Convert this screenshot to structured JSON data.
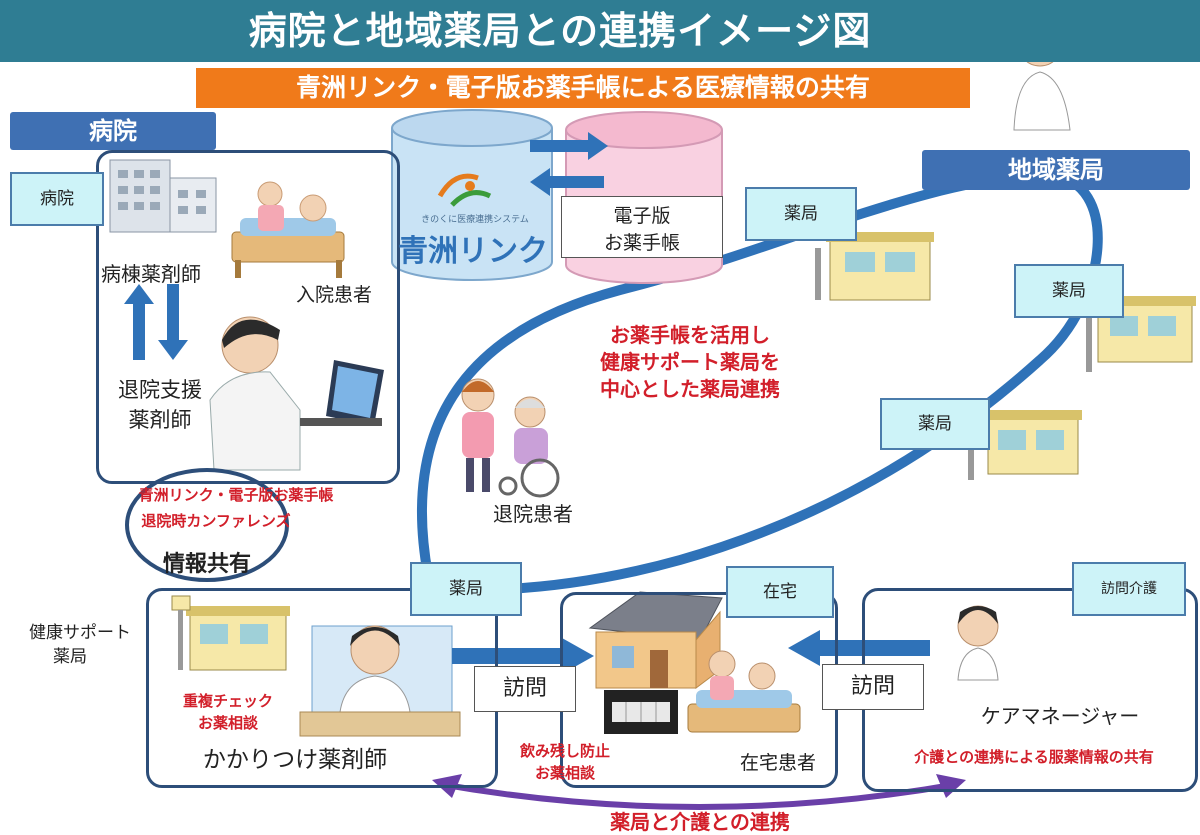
{
  "title": "病院と地域薬局との連携イメージ図",
  "subtitle": "青洲リンク・電子版お薬手帳による医療情報の共有",
  "hospital": {
    "header": "病院",
    "building_label": "病院",
    "ward_pharmacist": "病棟薬剤師",
    "inpatient": "入院患者",
    "discharge_pharmacist_line1": "退院支援",
    "discharge_pharmacist_line2": "薬剤師"
  },
  "seishu_link": {
    "logo_text": "青洲リンク",
    "logo_small": "きのくに医療連携システム"
  },
  "e_notebook": {
    "line1": "電子版",
    "line2": "お薬手帳"
  },
  "community_pharmacy": {
    "header": "地域薬局",
    "pharmacy_labels": [
      "薬局",
      "薬局",
      "薬局"
    ]
  },
  "center_message": {
    "line1": "お薬手帳を活用し",
    "line2": "健康サポート薬局を",
    "line3": "中心とした薬局連携"
  },
  "discharged_patient": "退院患者",
  "info_share": {
    "line1": "青洲リンク・電子版お薬手帳",
    "line2": "退院時カンファレンズ",
    "label": "情報共有"
  },
  "health_support": {
    "label_line1": "健康サポート",
    "label_line2": "薬局",
    "pharmacy_tag": "薬局",
    "check_line1": "重複チェック",
    "check_line2": "お薬相談",
    "pharmacist": "かかりつけ薬剤師"
  },
  "home": {
    "tag": "在宅",
    "visit": "訪問",
    "prevention_line1": "飲み残し防止",
    "prevention_line2": "お薬相談",
    "patient": "在宅患者"
  },
  "care": {
    "tag": "訪問介護",
    "visit": "訪問",
    "manager": "ケアマネージャー",
    "sharing": "介護との連携による服薬情報の共有"
  },
  "bottom_message": "薬局と介護との連携",
  "colors": {
    "title_bar": "#2f7d93",
    "subtitle_bg": "#f07a1a",
    "section_header": "#3f70b3",
    "label_bg": "#cdf3f8",
    "frame": "#2d4e79",
    "loop": "#2f72b8",
    "accent_red": "#d21f2a",
    "purple_arrow": "#6a3fa8"
  }
}
